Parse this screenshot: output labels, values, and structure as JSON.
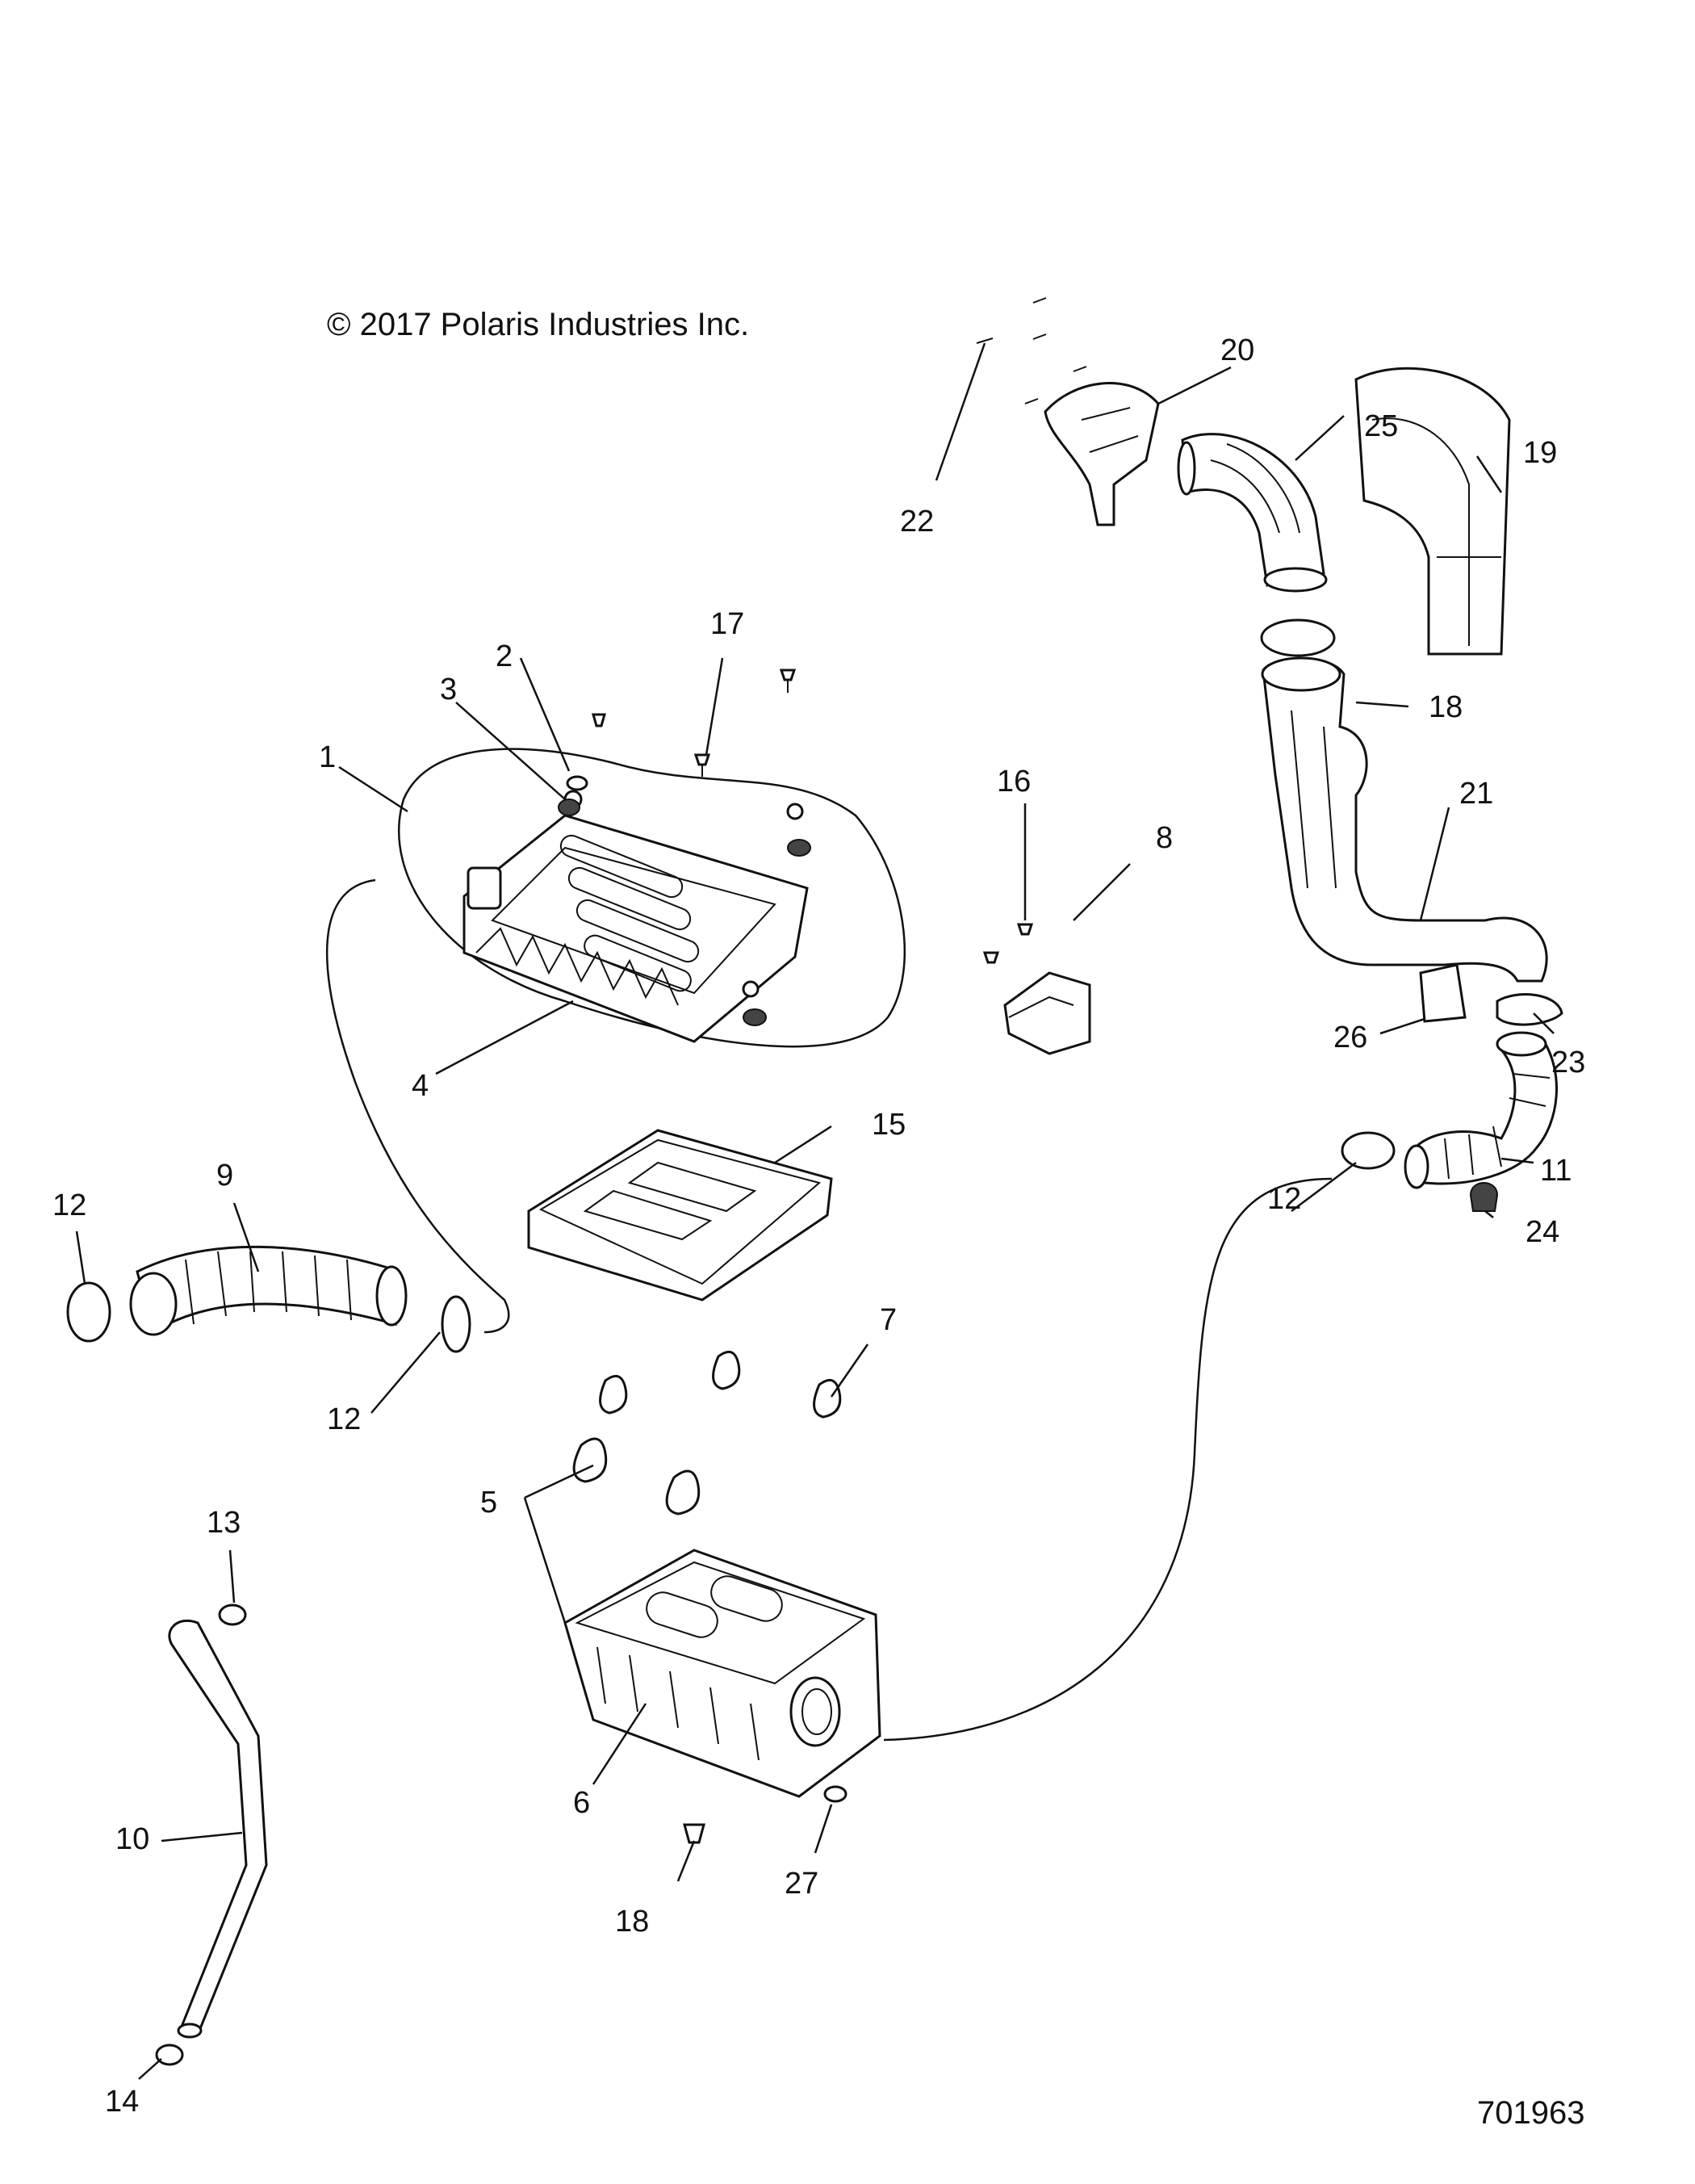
{
  "header": {
    "copyright": "© 2017  Polaris Industries Inc."
  },
  "footer": {
    "drawing_number": "701963"
  },
  "callouts": {
    "c1": "1",
    "c2": "2",
    "c3": "3",
    "c4": "4",
    "c5": "5",
    "c6": "6",
    "c7": "7",
    "c8": "8",
    "c9": "9",
    "c10": "10",
    "c11": "11",
    "c12a": "12",
    "c12b": "12",
    "c12c": "12",
    "c13": "13",
    "c14": "14",
    "c15": "15",
    "c16": "16",
    "c17": "17",
    "c18a": "18",
    "c18b": "18",
    "c19": "19",
    "c20": "20",
    "c21": "21",
    "c22": "22",
    "c23": "23",
    "c24": "24",
    "c25": "25",
    "c26": "26",
    "c27": "27"
  }
}
